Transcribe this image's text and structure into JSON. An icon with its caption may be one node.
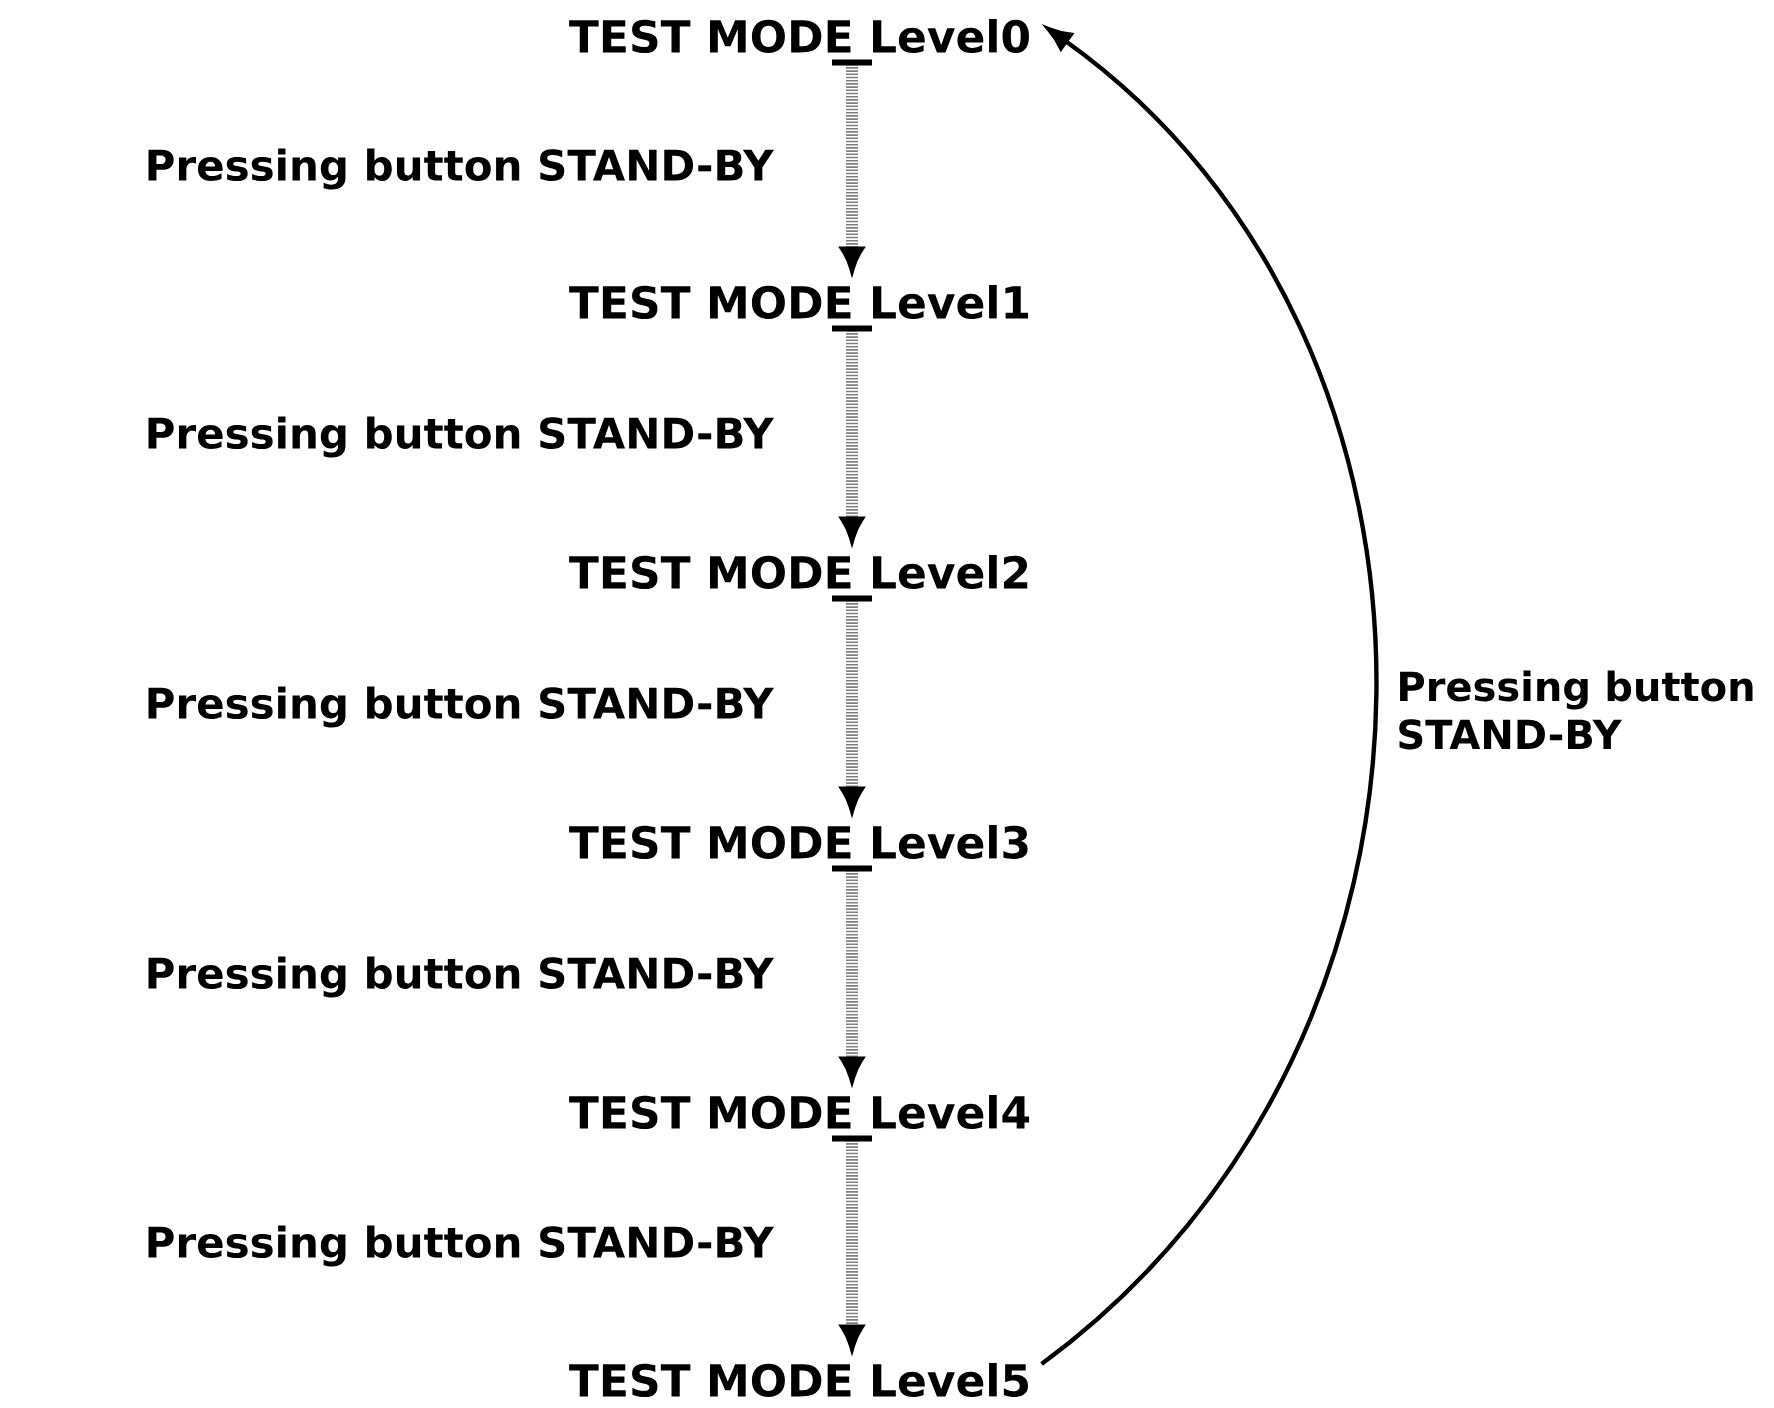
{
  "diagram": {
    "nodes": [
      {
        "text": [
          "TEST MODE Level0"
        ]
      },
      {
        "text": [
          "TEST MODE Level1"
        ]
      },
      {
        "text": [
          "TEST MODE Level2"
        ]
      },
      {
        "text": [
          "TEST MODE Level3"
        ]
      },
      {
        "text": [
          "TEST MODE Level4"
        ]
      },
      {
        "text": [
          "TEST MODE Level5"
        ]
      }
    ],
    "edges": [
      {
        "from": 0,
        "to": 1,
        "arrow": "to",
        "style": "dashed",
        "label": "Pressing button STAND-BY"
      },
      {
        "from": 1,
        "to": 2,
        "arrow": "to",
        "style": "dashed",
        "label": "Pressing button STAND-BY"
      },
      {
        "from": 2,
        "to": 3,
        "arrow": "to",
        "style": "dashed",
        "label": "Pressing button STAND-BY"
      },
      {
        "from": 3,
        "to": 4,
        "arrow": "to",
        "style": "dashed",
        "label": "Pressing button STAND-BY"
      },
      {
        "from": 4,
        "to": 5,
        "arrow": "to",
        "style": "dashed",
        "label": "Pressing button STAND-BY"
      },
      {
        "from": 5,
        "to": 0,
        "arrow": "to",
        "color": "#000000",
        "label": "Pressing button STAND-BY"
      }
    ]
  }
}
